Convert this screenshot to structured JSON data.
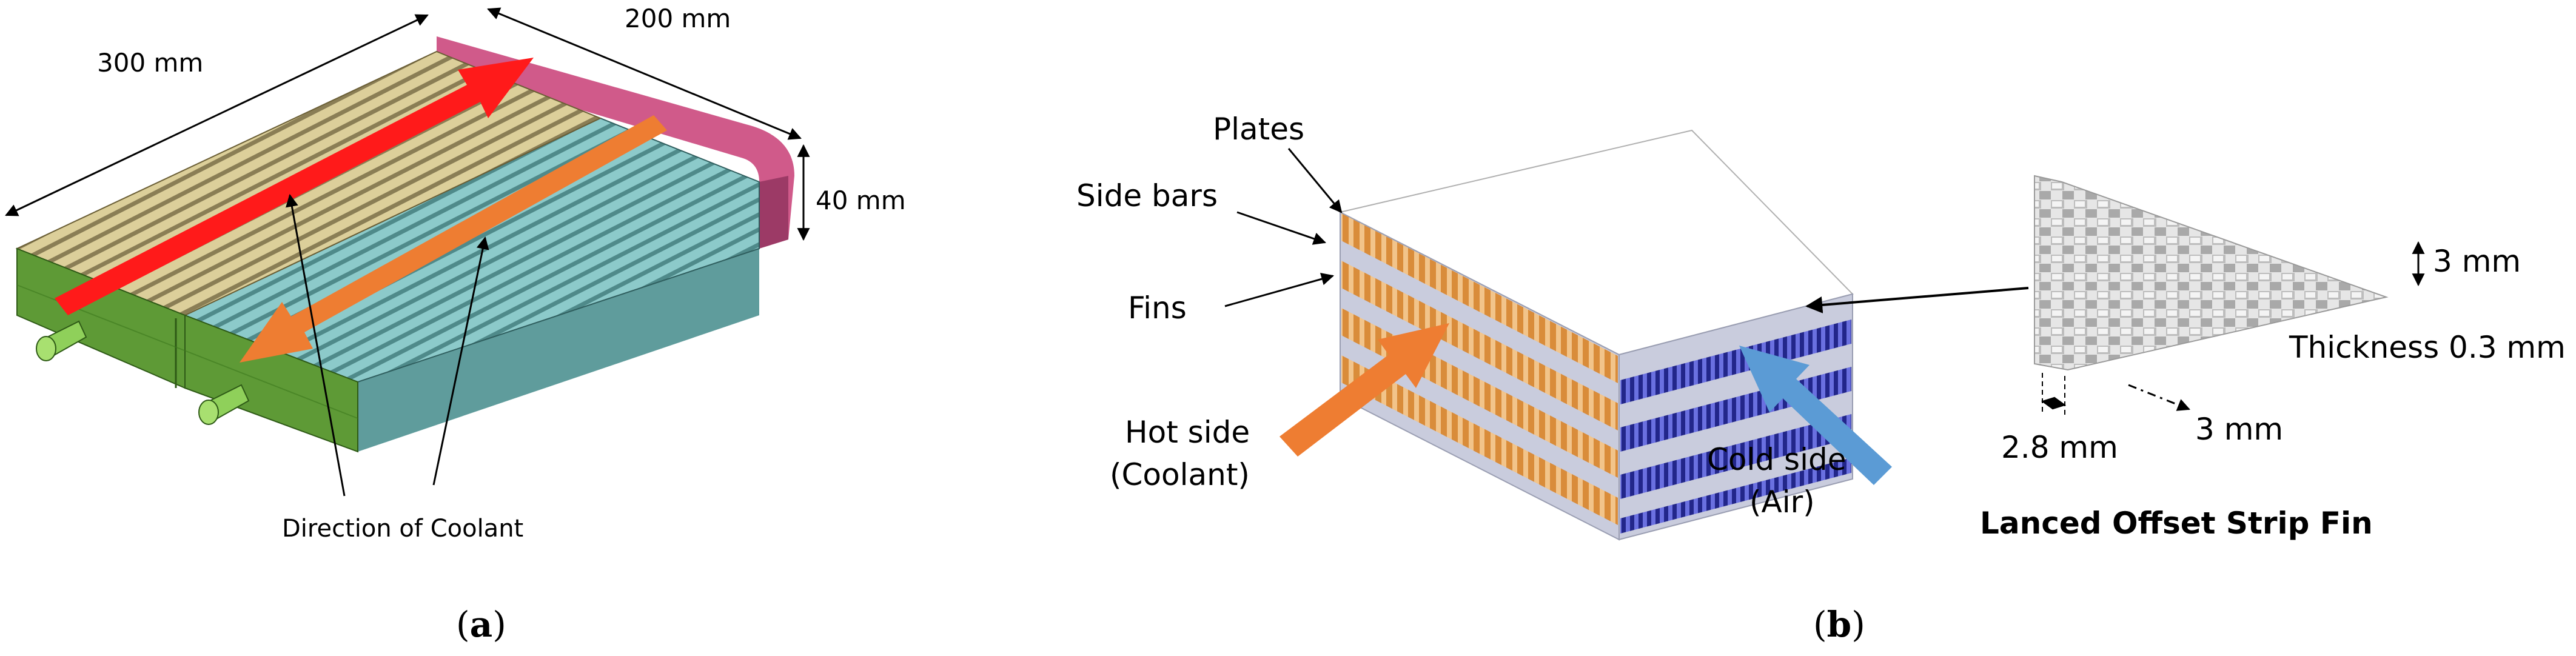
{
  "panel_a": {
    "dim_length": "300 mm",
    "dim_width": "200 mm",
    "dim_height": "40 mm",
    "direction_label": "Direction of Coolant",
    "caption_open": "(",
    "caption_letter": "a",
    "caption_close": ")"
  },
  "panel_b": {
    "plates_label": "Plates",
    "side_bars_label": "Side bars",
    "fins_label": "Fins",
    "hot_side_line1": "Hot side",
    "hot_side_line2": "(Coolant)",
    "cold_side_line1": "Cold side",
    "cold_side_line2": "(Air)",
    "fin_height": "3 mm",
    "fin_thickness": "Thickness 0.3 mm",
    "fin_pitch": "2.8 mm",
    "fin_length": "3 mm",
    "fin_title": "Lanced Offset Strip Fin",
    "caption_open": "(",
    "caption_letter": "b",
    "caption_close": ")"
  },
  "colors": {
    "fin_top": "#dccf9a",
    "teal_top": "#8ccaca",
    "teal_side": "#5f9c9c",
    "green": "#5e9a36",
    "pink": "#d05a8a",
    "red_arrow": "#ff1a1a",
    "orange_arrow": "#ee7d32",
    "blue_arrow": "#5b9bd5",
    "orange_fin": "#e8a860",
    "blue_fin": "#3a3fb8",
    "plate": "#c9ccdd"
  }
}
